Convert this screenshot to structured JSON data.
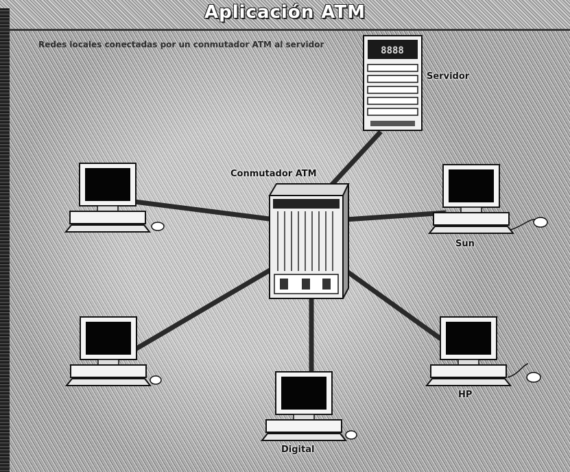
{
  "title": "Aplicación ATM",
  "subtitle": "Redes locales conectadas por un conmutador ATM al servidor",
  "nodes": {
    "server": {
      "label": "Servidor",
      "display": "8888"
    },
    "switch": {
      "label": "Conmutador ATM"
    },
    "workstation_left_top": {
      "label": ""
    },
    "workstation_sun": {
      "label": "Sun"
    },
    "workstation_left_bottom": {
      "label": ""
    },
    "workstation_digital": {
      "label": "Digital"
    },
    "workstation_hp": {
      "label": "HP"
    }
  },
  "colors": {
    "link_line": "#2a2a2a",
    "screen": "#050505",
    "title_text": "#ffffff"
  }
}
